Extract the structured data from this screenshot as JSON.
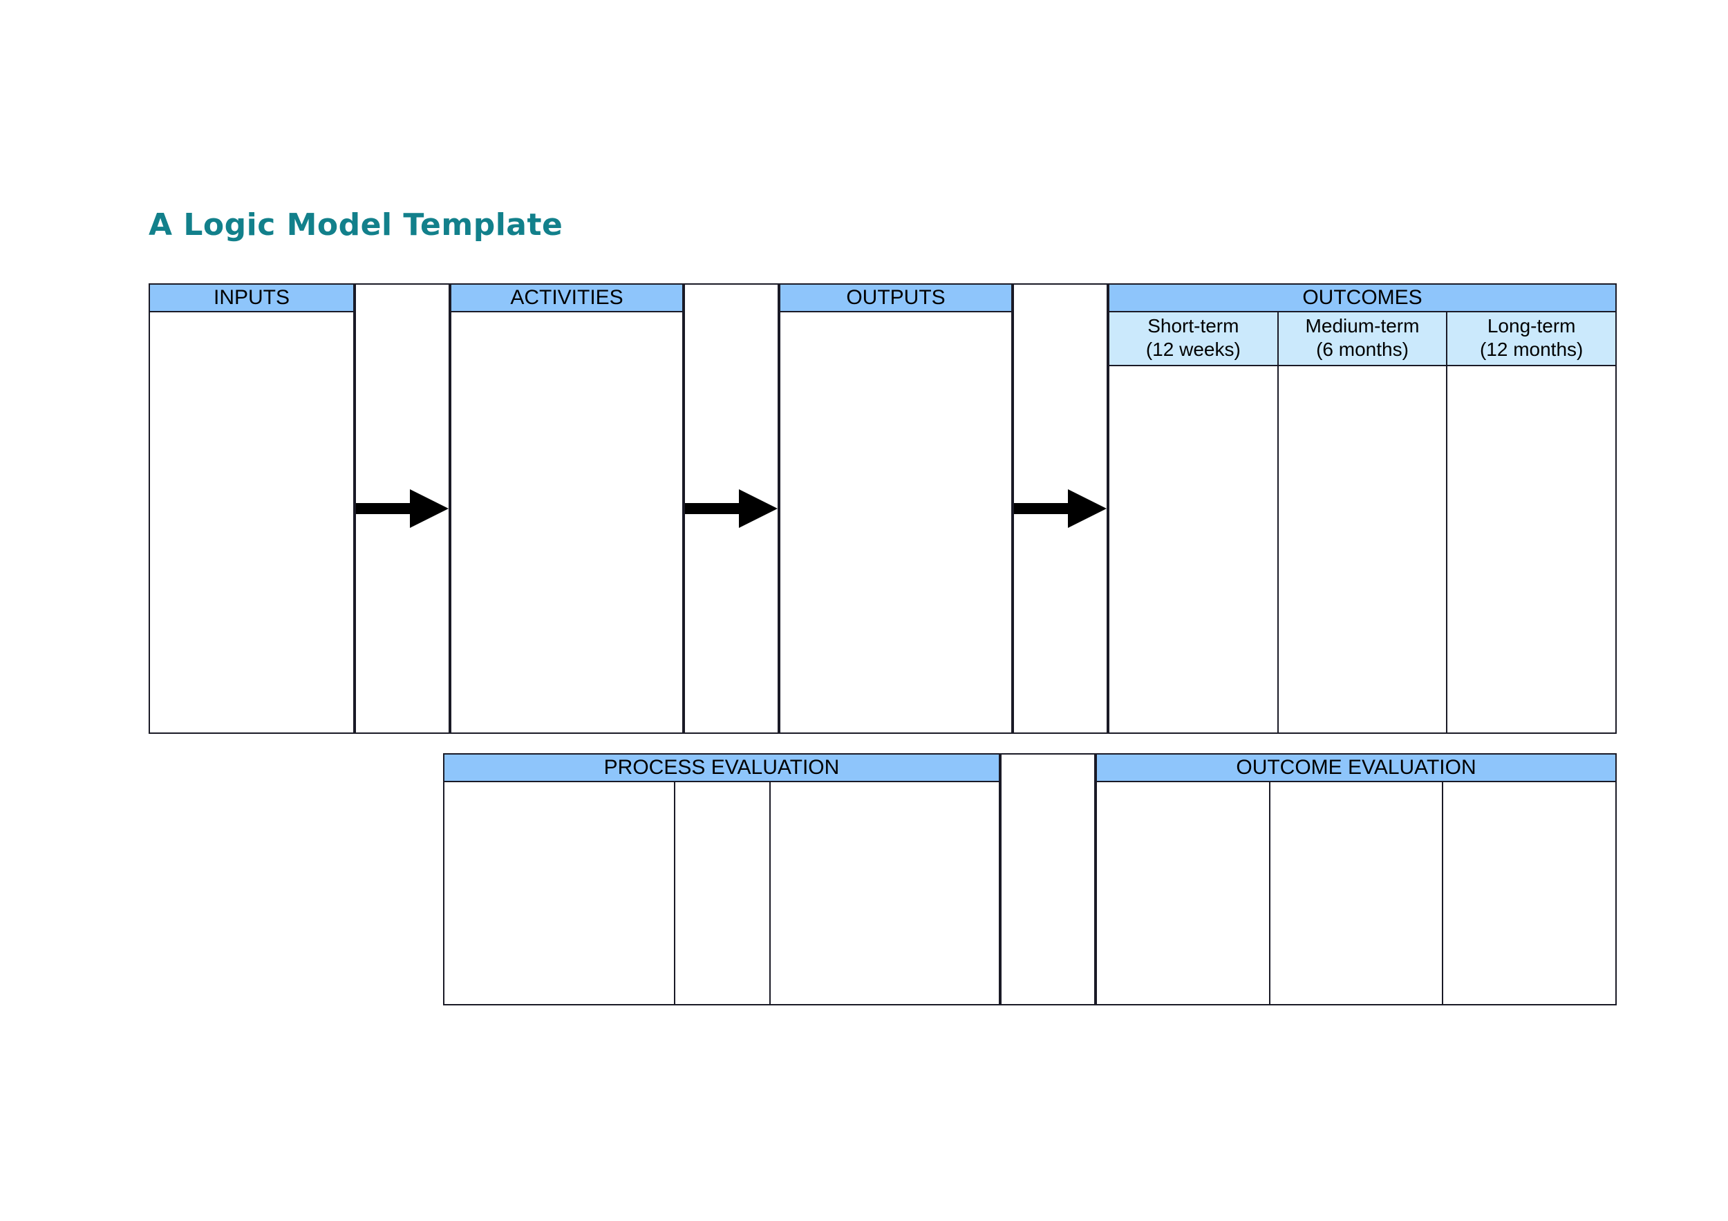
{
  "document": {
    "title": "A Logic Model Template"
  },
  "colors": {
    "title_teal": "#12808b",
    "header_blue": "#8ec5fb",
    "subheader_blue": "#cbe9fc",
    "border_dark": "#1a1a26",
    "arrow_black": "#000000",
    "page_background": "#ffffff"
  },
  "top_section": {
    "columns": [
      {
        "id": "inputs",
        "header": "INPUTS",
        "type": "content",
        "subheaders": []
      },
      {
        "id": "gap-1",
        "header": "",
        "type": "arrow-gap",
        "icon": "right-arrow-icon"
      },
      {
        "id": "activities",
        "header": "ACTIVITIES",
        "type": "content",
        "subheaders": []
      },
      {
        "id": "gap-2",
        "header": "",
        "type": "arrow-gap",
        "icon": "right-arrow-icon"
      },
      {
        "id": "outputs",
        "header": "OUTPUTS",
        "type": "content",
        "subheaders": []
      },
      {
        "id": "gap-3",
        "header": "",
        "type": "arrow-gap",
        "icon": "right-arrow-icon"
      },
      {
        "id": "outcomes",
        "header": "OUTCOMES",
        "type": "content",
        "subheaders": [
          {
            "line1": "Short-term",
            "line2": "(12 weeks)"
          },
          {
            "line1": "Medium-term",
            "line2": "(6 months)"
          },
          {
            "line1": "Long-term",
            "line2": "(12 months)"
          }
        ]
      }
    ]
  },
  "bottom_section": {
    "columns": [
      {
        "id": "process-evaluation",
        "header": "PROCESS EVALUATION",
        "type": "content",
        "cell_count": 3
      },
      {
        "id": "gap-4",
        "header": "",
        "type": "spacer",
        "cell_count": 1
      },
      {
        "id": "outcome-evaluation",
        "header": "OUTCOME EVALUATION",
        "type": "content",
        "cell_count": 3
      }
    ]
  }
}
